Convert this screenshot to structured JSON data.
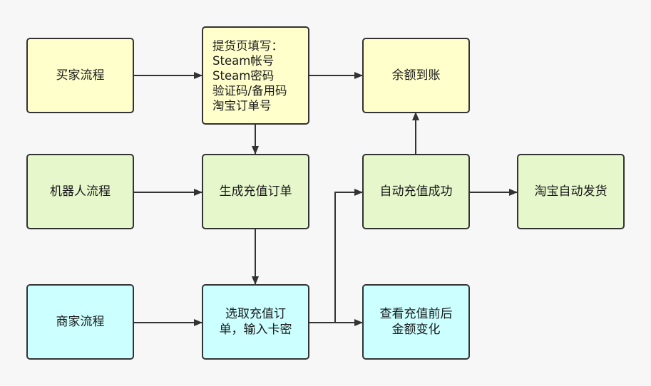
{
  "nodes": {
    "buyer_flow": "买家流程",
    "pickup_form": "提货页填写：\nSteam帐号\nSteam密码\n验证码/备用码\n淘宝订单号",
    "balance_arrived": "余额到账",
    "robot_flow": "机器人流程",
    "create_order": "生成充值订单",
    "auto_recharge_success": "自动充值成功",
    "taobao_auto_ship": "淘宝自动发货",
    "merchant_flow": "商家流程",
    "select_order": "选取充值订\n单，输入卡密",
    "check_balance": "查看充值前后\n金额变化"
  },
  "colors": {
    "yellow": "#ffffcc",
    "green": "#e6f7cc",
    "cyan": "#ccffff",
    "stroke": "#333333"
  }
}
